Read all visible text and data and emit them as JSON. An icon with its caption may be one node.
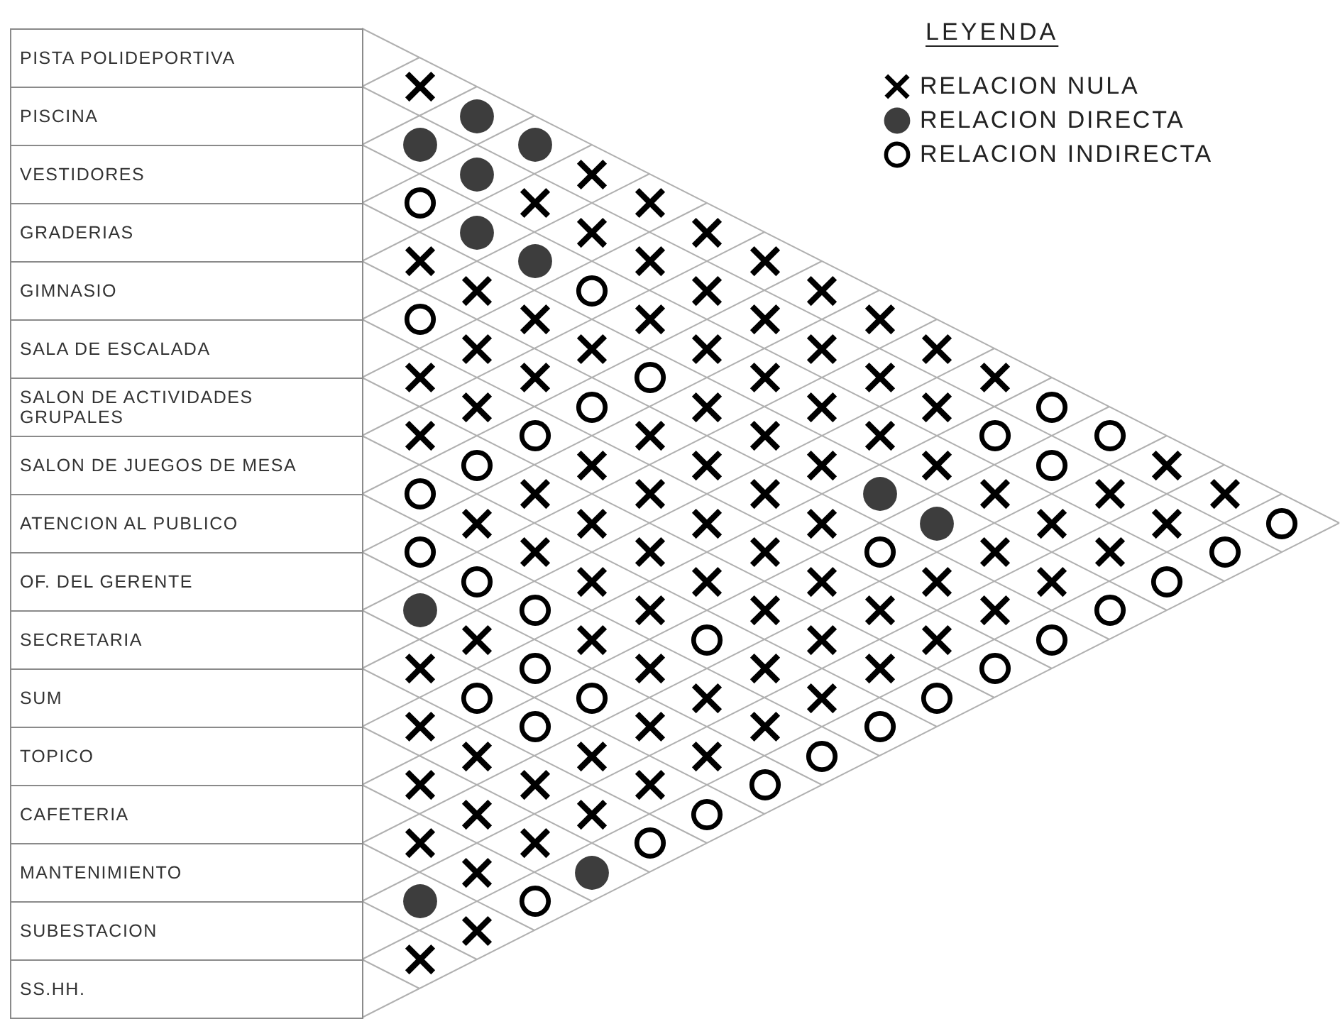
{
  "diagram": {
    "nodes": [
      {
        "text": [
          "PISTA POLIDEPORTIVA"
        ]
      },
      {
        "text": [
          "PISCINA"
        ]
      },
      {
        "text": [
          "VESTIDORES"
        ]
      },
      {
        "text": [
          "GRADERIAS"
        ]
      },
      {
        "text": [
          "GIMNASIO"
        ]
      },
      {
        "text": [
          "SALA DE ESCALADA"
        ]
      },
      {
        "text": [
          "SALON DE ACTIVIDADES GRUPALES"
        ]
      },
      {
        "text": [
          "SALON DE JUEGOS DE MESA"
        ]
      },
      {
        "text": [
          "ATENCION AL PUBLICO"
        ]
      },
      {
        "text": [
          "OF. DEL GERENTE"
        ]
      },
      {
        "text": [
          "SECRETARIA"
        ]
      },
      {
        "text": [
          "SUM"
        ]
      },
      {
        "text": [
          "TOPICO"
        ]
      },
      {
        "text": [
          "CAFETERIA"
        ]
      },
      {
        "text": [
          "MANTENIMIENTO"
        ]
      },
      {
        "text": [
          "SUBESTACION"
        ]
      },
      {
        "text": [
          "SS.HH."
        ]
      },
      {
        "text": [],
        "shape": "cross"
      },
      {
        "text": [],
        "shape": "dot"
      },
      {
        "text": [],
        "shape": "dot"
      },
      {
        "text": [],
        "shape": "dot"
      },
      {
        "text": [],
        "shape": "dot"
      },
      {
        "text": [],
        "shape": "cross"
      },
      {
        "text": [],
        "shape": "circle"
      },
      {
        "text": [],
        "shape": "cross"
      },
      {
        "text": [],
        "shape": "cross"
      },
      {
        "text": [],
        "shape": "dot"
      },
      {
        "text": [],
        "shape": "cross"
      },
      {
        "text": [],
        "shape": "cross"
      },
      {
        "text": [],
        "shape": "cross"
      },
      {
        "text": [],
        "shape": "dot"
      },
      {
        "text": [],
        "shape": "cross"
      },
      {
        "text": [],
        "shape": "cross"
      },
      {
        "text": [],
        "shape": "cross"
      },
      {
        "text": [],
        "shape": "circle"
      },
      {
        "text": [],
        "shape": "cross"
      },
      {
        "text": [],
        "shape": "cross"
      },
      {
        "text": [],
        "shape": "circle"
      },
      {
        "text": [],
        "shape": "cross"
      },
      {
        "text": [],
        "shape": "cross"
      },
      {
        "text": [],
        "shape": "cross"
      },
      {
        "text": [],
        "shape": "cross"
      },
      {
        "text": [],
        "shape": "cross"
      },
      {
        "text": [],
        "shape": "cross"
      },
      {
        "text": [],
        "shape": "cross"
      },
      {
        "text": [],
        "shape": "cross"
      },
      {
        "text": [],
        "shape": "cross"
      },
      {
        "text": [],
        "shape": "cross"
      },
      {
        "text": [],
        "shape": "cross"
      },
      {
        "text": [],
        "shape": "circle"
      },
      {
        "text": [],
        "shape": "cross"
      },
      {
        "text": [],
        "shape": "cross"
      },
      {
        "text": [],
        "shape": "cross"
      },
      {
        "text": [],
        "shape": "cross"
      },
      {
        "text": [],
        "shape": "circle"
      },
      {
        "text": [],
        "shape": "cross"
      },
      {
        "text": [],
        "shape": "cross"
      },
      {
        "text": [],
        "shape": "cross"
      },
      {
        "text": [],
        "shape": "circle"
      },
      {
        "text": [],
        "shape": "cross"
      },
      {
        "text": [],
        "shape": "circle"
      },
      {
        "text": [],
        "shape": "cross"
      },
      {
        "text": [],
        "shape": "cross"
      },
      {
        "text": [],
        "shape": "cross"
      },
      {
        "text": [],
        "shape": "circle"
      },
      {
        "text": [],
        "shape": "circle"
      },
      {
        "text": [],
        "shape": "circle"
      },
      {
        "text": [],
        "shape": "cross"
      },
      {
        "text": [],
        "shape": "cross"
      },
      {
        "text": [],
        "shape": "cross"
      },
      {
        "text": [],
        "shape": "cross"
      },
      {
        "text": [],
        "shape": "circle"
      },
      {
        "text": [],
        "shape": "cross"
      },
      {
        "text": [],
        "shape": "circle"
      },
      {
        "text": [],
        "shape": "cross"
      },
      {
        "text": [],
        "shape": "cross"
      },
      {
        "text": [],
        "shape": "cross"
      },
      {
        "text": [],
        "shape": "dot"
      },
      {
        "text": [],
        "shape": "cross"
      },
      {
        "text": [],
        "shape": "cross"
      },
      {
        "text": [],
        "shape": "cross"
      },
      {
        "text": [],
        "shape": "cross"
      },
      {
        "text": [],
        "shape": "cross"
      },
      {
        "text": [],
        "shape": "cross"
      },
      {
        "text": [],
        "shape": "cross"
      },
      {
        "text": [],
        "shape": "dot"
      },
      {
        "text": [],
        "shape": "cross"
      },
      {
        "text": [],
        "shape": "cross"
      },
      {
        "text": [],
        "shape": "circle"
      },
      {
        "text": [],
        "shape": "circle"
      },
      {
        "text": [],
        "shape": "cross"
      },
      {
        "text": [],
        "shape": "cross"
      },
      {
        "text": [],
        "shape": "cross"
      },
      {
        "text": [],
        "shape": "circle"
      },
      {
        "text": [],
        "shape": "cross"
      },
      {
        "text": [],
        "shape": "cross"
      },
      {
        "text": [],
        "shape": "circle"
      },
      {
        "text": [],
        "shape": "circle"
      },
      {
        "text": [],
        "shape": "cross"
      },
      {
        "text": [],
        "shape": "cross"
      },
      {
        "text": [],
        "shape": "cross"
      },
      {
        "text": [],
        "shape": "cross"
      },
      {
        "text": [],
        "shape": "cross"
      },
      {
        "text": [],
        "shape": "circle"
      },
      {
        "text": [],
        "shape": "dot"
      },
      {
        "text": [],
        "shape": "circle"
      },
      {
        "text": [],
        "shape": "cross"
      },
      {
        "text": [],
        "shape": "cross"
      },
      {
        "text": [],
        "shape": "cross"
      },
      {
        "text": [],
        "shape": "cross"
      },
      {
        "text": [],
        "shape": "circle"
      },
      {
        "text": [],
        "shape": "cross"
      },
      {
        "text": [],
        "shape": "cross"
      },
      {
        "text": [],
        "shape": "circle"
      },
      {
        "text": [],
        "shape": "cross"
      },
      {
        "text": [],
        "shape": "cross"
      },
      {
        "text": [],
        "shape": "circle"
      },
      {
        "text": [],
        "shape": "cross"
      },
      {
        "text": [],
        "shape": "circle"
      },
      {
        "text": [],
        "shape": "cross"
      },
      {
        "text": [],
        "shape": "cross"
      },
      {
        "text": [],
        "shape": "cross"
      },
      {
        "text": [],
        "shape": "circle"
      },
      {
        "text": [],
        "shape": "circle"
      },
      {
        "text": [],
        "shape": "circle"
      },
      {
        "text": [],
        "shape": "cross"
      },
      {
        "text": [],
        "shape": "cross"
      },
      {
        "text": [],
        "shape": "circle"
      },
      {
        "text": [],
        "shape": "cross"
      },
      {
        "text": [],
        "shape": "circle"
      },
      {
        "text": [],
        "shape": "cross"
      },
      {
        "text": [],
        "shape": "cross"
      },
      {
        "text": [],
        "shape": "circle"
      },
      {
        "text": [],
        "shape": "cross"
      },
      {
        "text": [],
        "shape": "cross"
      },
      {
        "text": [],
        "shape": "cross"
      },
      {
        "text": [],
        "shape": "circle"
      },
      {
        "text": [],
        "shape": "cross"
      },
      {
        "text": [],
        "shape": "cross"
      },
      {
        "text": [],
        "shape": "cross"
      },
      {
        "text": [],
        "shape": "circle"
      },
      {
        "text": [],
        "shape": "cross"
      },
      {
        "text": [],
        "shape": "cross"
      },
      {
        "text": [],
        "shape": "circle"
      },
      {
        "text": [],
        "shape": "cross"
      },
      {
        "text": [],
        "shape": "cross"
      },
      {
        "text": [],
        "shape": "circle"
      },
      {
        "text": [],
        "shape": "cross"
      },
      {
        "text": [],
        "shape": "dot"
      },
      {
        "text": [],
        "shape": "dot"
      },
      {
        "text": [],
        "shape": "circle"
      },
      {
        "text": [],
        "shape": "cross"
      },
      {
        "text": [],
        "shape": "cross"
      }
    ],
    "labels": [
      "LEYENDA"
    ],
    "legend": [
      {
        "text": "RELACION NULA"
      },
      {
        "text": "RELACION DIRECTA"
      },
      {
        "text": "RELACION INDIRECTA"
      }
    ]
  }
}
